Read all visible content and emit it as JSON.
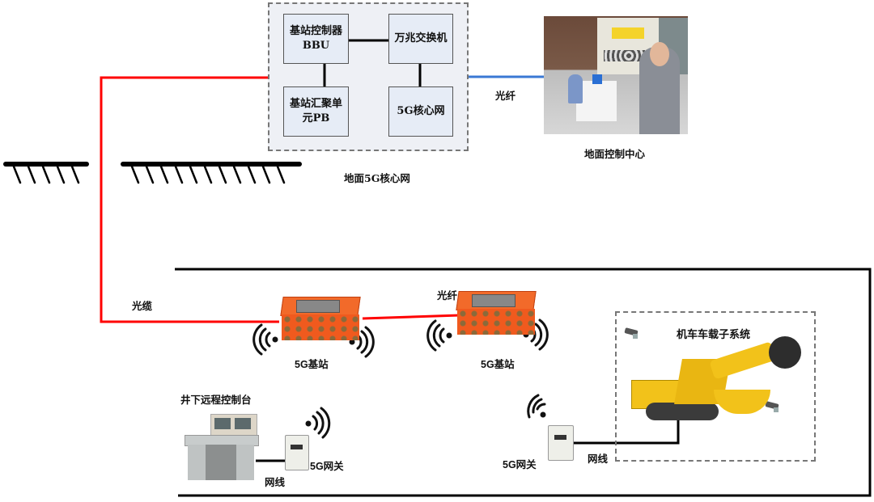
{
  "diagram": {
    "title_surface": "地面5G核心网",
    "core_network_nodes": [
      {
        "id": "bbu",
        "label_line1": "基站控制器",
        "label_line2": "BBU"
      },
      {
        "id": "switch",
        "label_line1": "万兆交换机"
      },
      {
        "id": "pb",
        "label_line1": "基站汇聚单",
        "label_line2": "元PB"
      },
      {
        "id": "core5g",
        "label_line1": "5G核心网"
      }
    ],
    "surface_control_center": {
      "label": "地面控制中心"
    },
    "links": {
      "fiber_surface": "光纤",
      "fiber_cable": "光缆",
      "fiber_underground": "光纤",
      "network_cable_left": "网线",
      "network_cable_right": "网线"
    },
    "base_stations": [
      {
        "label": "5G基站"
      },
      {
        "label": "5G基站"
      }
    ],
    "gateways": [
      {
        "label": "5G网关"
      },
      {
        "label": "5G网关"
      }
    ],
    "underground_console": {
      "label": "井下远程控制台"
    },
    "vehicle_subsystem": {
      "label": "机车车载子系统"
    },
    "colors": {
      "fiber_cable": "#ff0000",
      "fiber_surface": "#3a78d4",
      "network_cable": "#000000",
      "group_border": "#777777",
      "node_fill": "#e6ecf6",
      "station_orange": "#f05a1e",
      "machine_yellow": "#f2c21a"
    }
  }
}
